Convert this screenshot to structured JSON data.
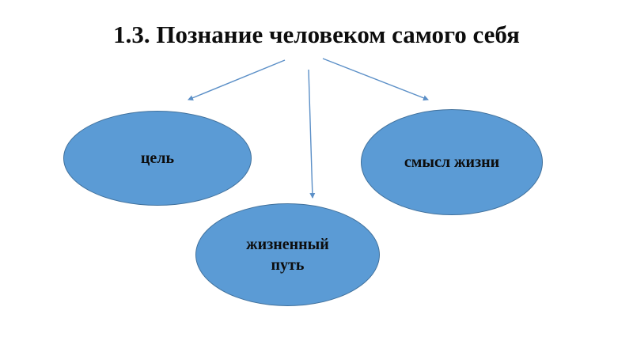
{
  "title": "1.3. Познание человеком самого себя",
  "colors": {
    "node_fill": "#5b9bd5",
    "node_border": "#41719c",
    "arrow": "#5b8fc7",
    "text": "#0d0d0d",
    "background": "#ffffff"
  },
  "nodes": [
    {
      "id": "goal",
      "label": "цель"
    },
    {
      "id": "meaning",
      "label": "смысл жизни"
    },
    {
      "id": "path",
      "label_line1": "жизненный",
      "label_line2": "путь"
    }
  ],
  "arrows": [
    {
      "from": "title",
      "to": "goal"
    },
    {
      "from": "title",
      "to": "path"
    },
    {
      "from": "title",
      "to": "meaning"
    }
  ]
}
